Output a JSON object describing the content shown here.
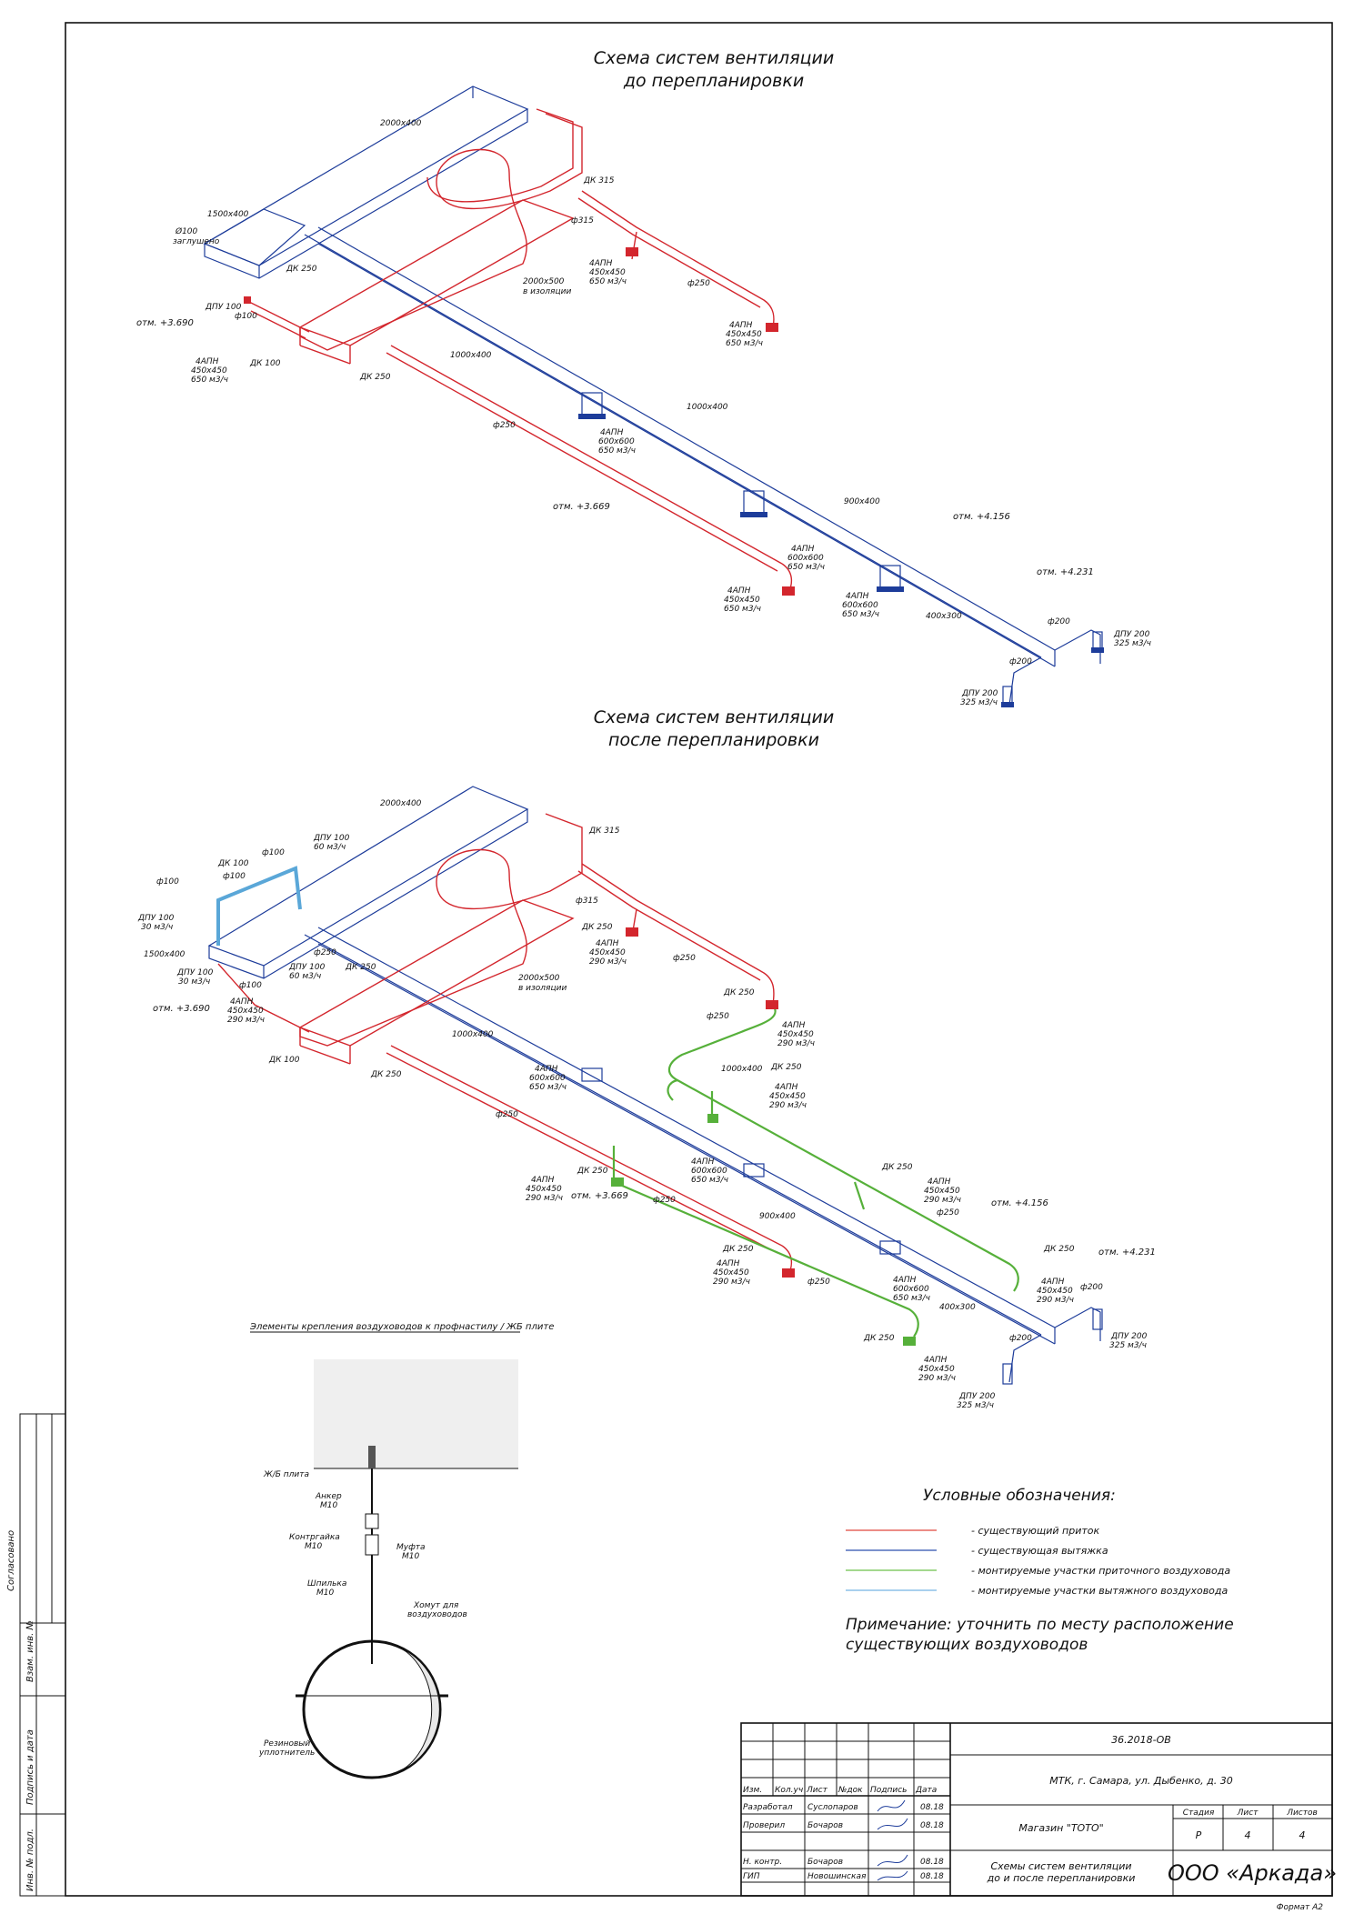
{
  "titles": {
    "before": [
      "Схема систем вентиляции",
      "до перепланировки"
    ],
    "after": [
      "Схема систем вентиляции",
      "после перепланировки"
    ]
  },
  "labels": {
    "duct_2000x400": "2000х400",
    "duct_1500x400": "1500х400",
    "duct_2000x500": "2000х500",
    "in_insulation": "в изоляции",
    "duct_1000x400": "1000х400",
    "duct_900x400": "900х400",
    "duct_400x300": "400х300",
    "d100": "Ø100",
    "plugged": "заглушено",
    "dk315": "ДК 315",
    "dk250": "ДК 250",
    "dk100": "ДК 100",
    "dpu100": "ДПУ 100",
    "dpu200": "ДПУ 200",
    "p315": "ф315",
    "p250": "ф250",
    "p200": "ф200",
    "p100": "ф100",
    "diffuser": "4АПН",
    "size450": "450х450",
    "size600": "600х600",
    "flow650": "650 м3/ч",
    "flow290": "290 м3/ч",
    "flow325": "325 м3/ч",
    "flow30": "30 м3/ч",
    "flow60": "60 м3/ч",
    "otm3690": "отм. +3.690",
    "otm3669": "отм. +3.669",
    "otm4156": "отм. +4.156",
    "otm4231": "отм. +4.231"
  },
  "detail": {
    "title": "Элементы крепления воздуховодов к профнастилу / ЖБ плите",
    "slab": "Ж/Б плита",
    "anchor": [
      "Анкер",
      "М10"
    ],
    "locknut": [
      "Контргайка",
      "М10"
    ],
    "coupling": [
      "Муфта",
      "М10"
    ],
    "stud": [
      "Шпилька",
      "М10"
    ],
    "clamp": [
      "Хомут для",
      "воздуховодов"
    ],
    "seal": [
      "Резиновый",
      "уплотнитель"
    ]
  },
  "legend": {
    "title": "Условные обозначения:",
    "items": [
      {
        "text": "- существующий приток",
        "color": "#e0483f"
      },
      {
        "text": "- существующая вытяжка",
        "color": "#2c4fae"
      },
      {
        "text": "- монтируемые участки приточного воздуховода",
        "color": "#6cc04a"
      },
      {
        "text": "- монтируемые участки вытяжного воздуховода",
        "color": "#76b4e4"
      }
    ],
    "note": [
      "Примечание: уточнить по месту расположение",
      "существующих воздуховодов"
    ]
  },
  "side": {
    "agreed": "Согласовано",
    "vzam": "Взам. инв. №",
    "sign_date": "Подпись и дата",
    "inv": "Инв. № подл."
  },
  "stamp": {
    "code": "36.2018-ОВ",
    "address": "МТК, г. Самара, ул. Дыбенко, д. 30",
    "object": "Магазин \"ТОТО\"",
    "sheet_title": [
      "Схемы систем вентиляции",
      "до и после перепланировки"
    ],
    "company": "ООО «Аркада»",
    "format": "Формат А2",
    "headers": [
      "Изм.",
      "Кол.уч",
      "Лист",
      "№док",
      "Подпись",
      "Дата"
    ],
    "stage_label": "Стадия",
    "sheet_label": "Лист",
    "sheets_label": "Листов",
    "stage": "Р",
    "sheet": "4",
    "sheets": "4",
    "rows": [
      {
        "role": "Разработал",
        "name": "Суслопаров",
        "date": "08.18"
      },
      {
        "role": "Проверил",
        "name": "Бочаров",
        "date": "08.18"
      },
      {
        "role": "",
        "name": "",
        "date": ""
      },
      {
        "role": "Н. контр.",
        "name": "Бочаров",
        "date": "08.18"
      },
      {
        "role": "ГИП",
        "name": "Новошинская",
        "date": "08.18"
      }
    ]
  }
}
